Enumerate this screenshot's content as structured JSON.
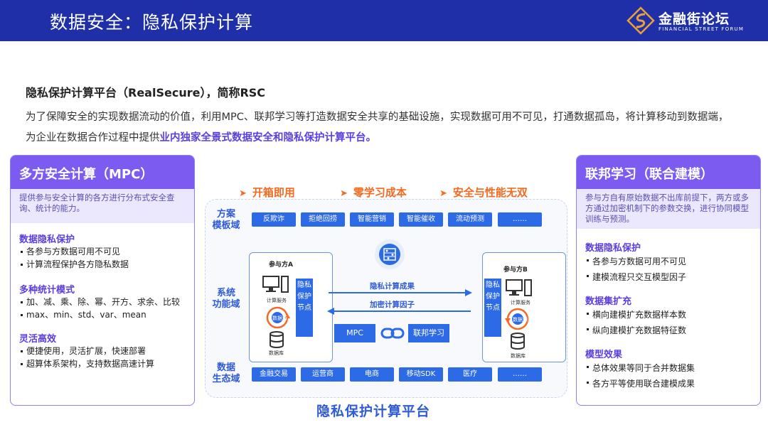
{
  "header": {
    "title": "数据安全：隐私保护计算"
  },
  "logo": {
    "cn": "金融街论坛",
    "en": "FINANCIAL STREET FORUM"
  },
  "intro": {
    "title": "隐私保护计算平台（RealSecure），简称RSC",
    "p_part1": "为了保障安全的实现数据流动的价值，利用MPC、联邦学习等打造数据安全共享的基础设施，实现数据可用不可见，打通数据孤岛，将计算移动到数据端，为企业在数据合作过程中提供",
    "p_highlight": "业内独家全景式数据安全和隐私保护计算平台。"
  },
  "left_panel": {
    "title": "多方安全计算（MPC）",
    "desc": "提供参与安全计算的各方进行分布式安全查询、统计的能力。",
    "sections": [
      {
        "title": "数据隐私保护",
        "items": [
          "各参与方数据可用不可见",
          "计算流程保护各方隐私数据"
        ]
      },
      {
        "title": "多种统计模式",
        "items": [
          "加、减、乘、除、幂、开方、求余、比较",
          "max、min、std、var、mean"
        ]
      },
      {
        "title": "灵活高效",
        "items": [
          "便捷使用，灵活扩展，快速部署",
          "超算体系架构，支持数据高速计算"
        ]
      }
    ]
  },
  "right_panel": {
    "title": "联邦学习（联合建模）",
    "desc": "参与方自有原始数据不出库前提下，两方或多方通过加密机制下的参数交换，进行协同模型训练与预测。",
    "sections": [
      {
        "title": "数据隐私保护",
        "items": [
          "各参与方数据可用不可见",
          "建模流程只交互模型因子"
        ]
      },
      {
        "title": "数据集扩充",
        "items": [
          "横向建模扩充数据样本数",
          "纵向建模扩充数据特征数"
        ]
      },
      {
        "title": "模型效果",
        "items": [
          "总体效果等同于合并数据集",
          "各方平等使用联合建模成果"
        ]
      }
    ]
  },
  "diagram": {
    "features": [
      "开箱即用",
      "零学习成本",
      "安全与性能无双"
    ],
    "row_labels": {
      "solution": "方案\n模板域",
      "system": "系统\n功能域",
      "ecosystem": "数据\n生态域"
    },
    "solution_pills": [
      "反欺诈",
      "拒绝回捞",
      "智能营销",
      "智能催收",
      "流动预测",
      "……"
    ],
    "eco_pills": [
      "金融交易",
      "运营商",
      "电商",
      "移动SDK",
      "医疗",
      "……"
    ],
    "party_a": "参与方A",
    "party_b": "参与方B",
    "node_label": "隐私保护节点",
    "compute_service": "计算服务",
    "data_source": "数据源",
    "database": "数据库",
    "flow_result": "隐私计算成果",
    "flow_factor": "加密计算因子",
    "mpc": "MPC",
    "fl": "联邦学习",
    "platform_title": "隐私保护计算平台"
  },
  "colors": {
    "header": "#1f2fa8",
    "accent_purple": "#7c5cf0",
    "blue": "#2d6ae6",
    "orange": "#f36a20"
  }
}
